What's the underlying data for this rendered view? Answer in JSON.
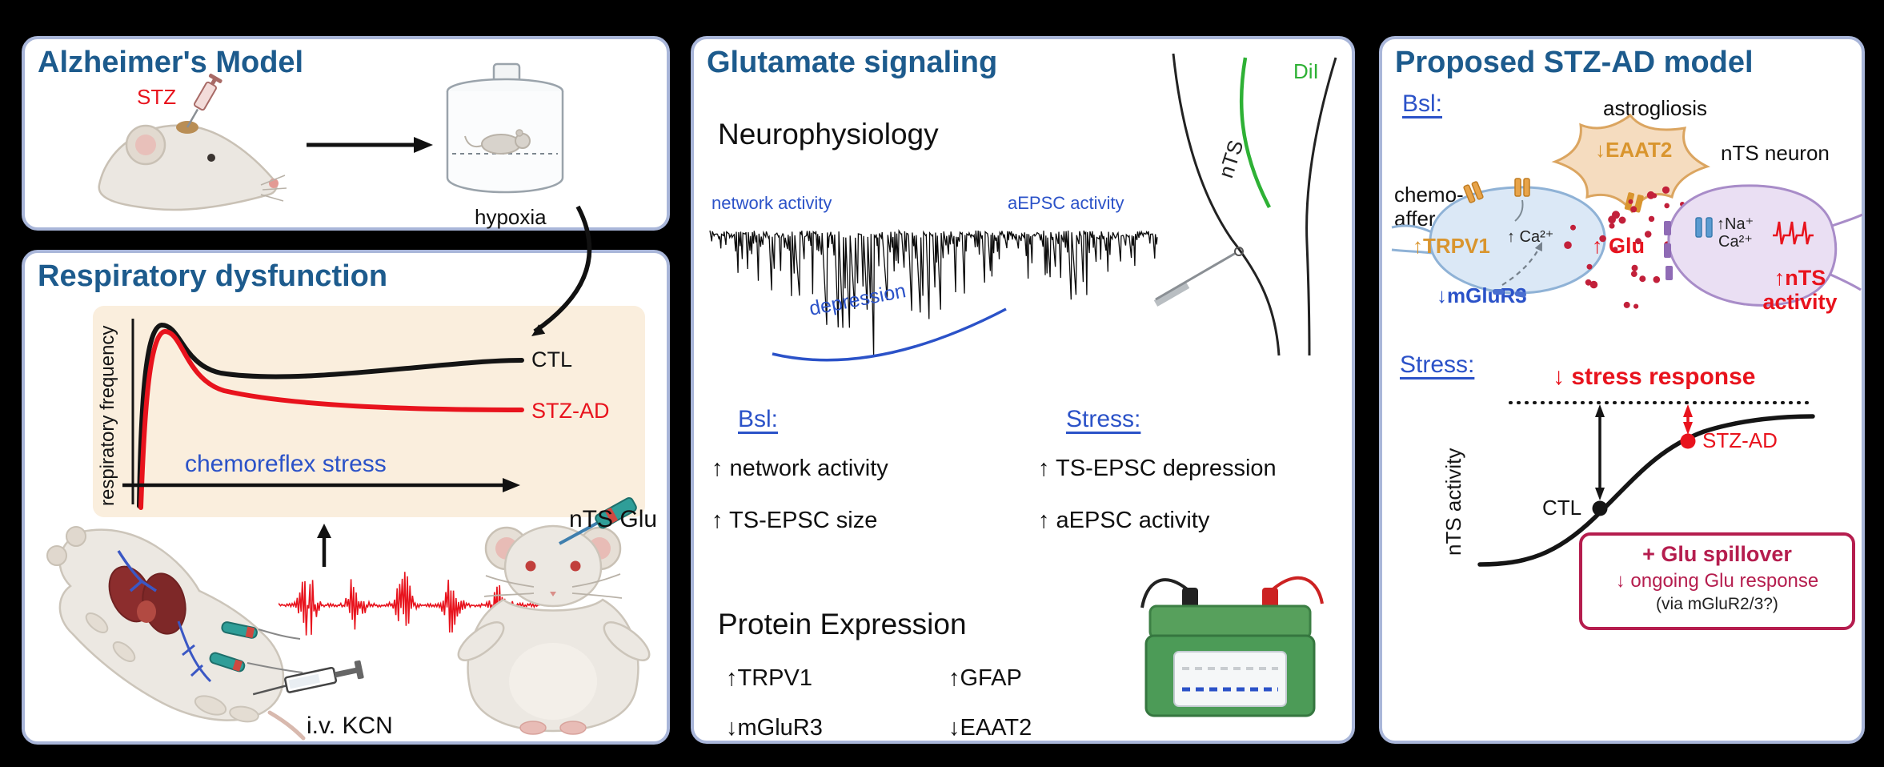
{
  "colors": {
    "bg": "#000000",
    "panel_bg": "#ffffff",
    "panel_border": "#a9b6d9",
    "title": "#1d5b8d",
    "blue": "#2b52c8",
    "red": "#e8131d",
    "orange": "#d9952e",
    "crimson": "#b51d4e",
    "green": "#2eb135",
    "beige": "#faeedd"
  },
  "alzheimers_panel": {
    "title": "Alzheimer's Model",
    "stz": "STZ",
    "hypoxia": "hypoxia"
  },
  "respiratory_panel": {
    "title": "Respiratory dysfunction",
    "y_axis": "respiratory frequency",
    "x_axis": "chemoreflex stress",
    "ctl": "CTL",
    "stz_ad": "STZ-AD",
    "iv_kcn": "i.v. KCN",
    "nts_glu": "nTS Glu"
  },
  "glutamate_panel": {
    "title": "Glutamate signaling",
    "neurophysiology": "Neurophysiology",
    "network_activity": "network activity",
    "aepsc_activity": "aEPSC activity",
    "depression": "depression",
    "dii": "DiI",
    "nts": "nTS",
    "bsl": "Bsl:",
    "bsl_items": [
      "↑ network activity",
      "↑ TS-EPSC size"
    ],
    "stress": "Stress:",
    "stress_items": [
      "↑ TS-EPSC depression",
      "↑ aEPSC activity"
    ],
    "protein_expression": "Protein Expression",
    "protein_items": [
      "↑TRPV1",
      "↓mGluR3",
      "↑GFAP",
      "↓EAAT2"
    ]
  },
  "model_panel": {
    "title": "Proposed STZ-AD model",
    "bsl": "Bsl:",
    "astrogliosis": "astrogliosis",
    "eaat2": "↓EAAT2",
    "chemo_afferent_1": "chemo-",
    "chemo_afferent_2": "afferent",
    "trpv1": "↑TRPV1",
    "ca": "↑ Ca²⁺",
    "mglur3": "↓mGluR3",
    "glu": "↑ Glu",
    "nts_neuron": "nTS neuron",
    "na": "↑Na⁺",
    "ca2": "Ca²⁺",
    "nts_activity_1": "↑nTS",
    "nts_activity_2": "activity",
    "stress": "Stress:",
    "stress_response": "↓ stress response",
    "graph_y_axis": "nTS activity",
    "ctl": "CTL",
    "stz_ad": "STZ-AD",
    "spillover_1": "+ Glu spillover",
    "spillover_2": "↓ ongoing Glu response",
    "spillover_3": "(via mGluR2/3?)"
  }
}
